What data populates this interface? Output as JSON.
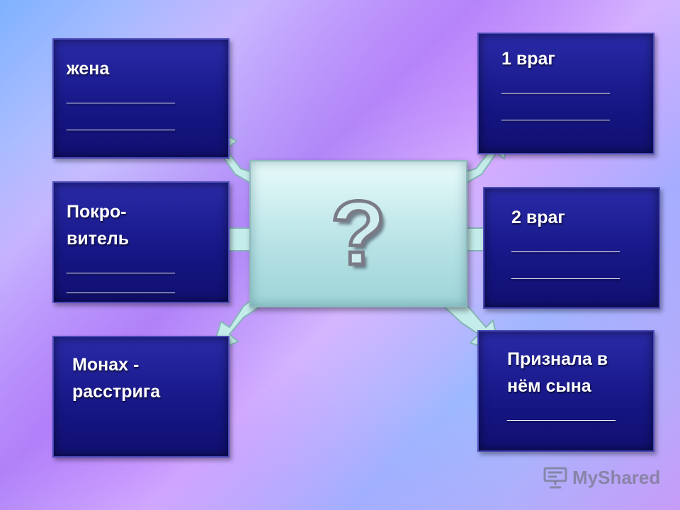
{
  "center": {
    "symbol": "?"
  },
  "boxes": {
    "top_left": {
      "lines": [
        "жена",
        "___________",
        "___________"
      ]
    },
    "mid_left": {
      "lines": [
        "Покро-",
        "витель",
        "___________",
        "___________"
      ]
    },
    "bottom_left": {
      "lines": [
        "Монах -",
        "расстрига"
      ]
    },
    "top_right": {
      "lines": [
        "1 враг",
        "___________",
        "___________"
      ]
    },
    "mid_right": {
      "lines": [
        "2 враг",
        "___________",
        "___________"
      ]
    },
    "bottom_right": {
      "lines": [
        "Признала в",
        "нём сына",
        "___________"
      ]
    }
  },
  "colors": {
    "box_fill": "#1a1a8c",
    "center_fill": "#b9e3e6",
    "arrow_fill": "#c4ecea"
  },
  "watermark": {
    "text": "MyShared",
    "icon": "presentation-board-icon"
  }
}
